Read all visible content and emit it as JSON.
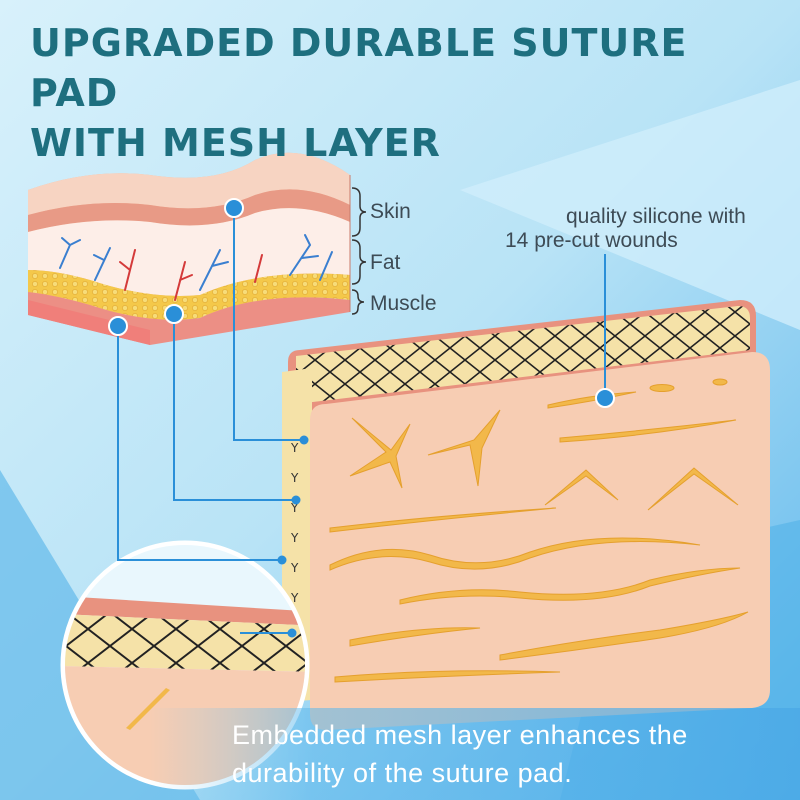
{
  "title": {
    "line1": "UPGRADED DURABLE SUTURE PAD",
    "line2": "WITH MESH LAYER"
  },
  "layers": {
    "skin": "Skin",
    "fat": "Fat",
    "muscle": "Muscle"
  },
  "callout": {
    "line1": "quality silicone with",
    "line2": "14 pre-cut wounds"
  },
  "caption": {
    "line1": "Embedded mesh layer enhances the",
    "line2": "durability of the suture pad."
  },
  "colors": {
    "background": "#bfe6f7",
    "title": "#1e6f7f",
    "skin": "#f7cdb3",
    "mesh_fill": "#f5e2a8",
    "wound": "#f2b84a",
    "accent_blue": "#2a8fd8"
  }
}
